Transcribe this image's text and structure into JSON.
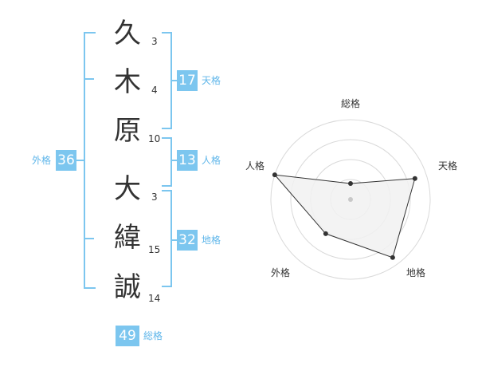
{
  "name": {
    "chars": [
      {
        "char": "久",
        "strokes": "3"
      },
      {
        "char": "木",
        "strokes": "4"
      },
      {
        "char": "原",
        "strokes": "10"
      },
      {
        "char": "大",
        "strokes": "3"
      },
      {
        "char": "緯",
        "strokes": "15"
      },
      {
        "char": "誠",
        "strokes": "14"
      }
    ]
  },
  "fortunes": {
    "tenkaku": {
      "label": "天格",
      "value": "17"
    },
    "jinkaku": {
      "label": "人格",
      "value": "13"
    },
    "chikaku": {
      "label": "地格",
      "value": "32"
    },
    "gaikaku": {
      "label": "外格",
      "value": "36"
    },
    "soukaku": {
      "label": "総格",
      "value": "49"
    }
  },
  "radar": {
    "axes": [
      "総格",
      "天格",
      "地格",
      "外格",
      "人格"
    ],
    "levels": 4,
    "values": [
      0.2,
      0.85,
      0.9,
      0.53,
      1.0
    ],
    "colors": {
      "grid": "#d9d9d9",
      "fill": "#f1f1f1",
      "line": "#333333",
      "point": "#333333",
      "center": "#c8c8c8"
    }
  },
  "colors": {
    "accent": "#7cc6ef",
    "accent_text": "#5fb6ea"
  }
}
